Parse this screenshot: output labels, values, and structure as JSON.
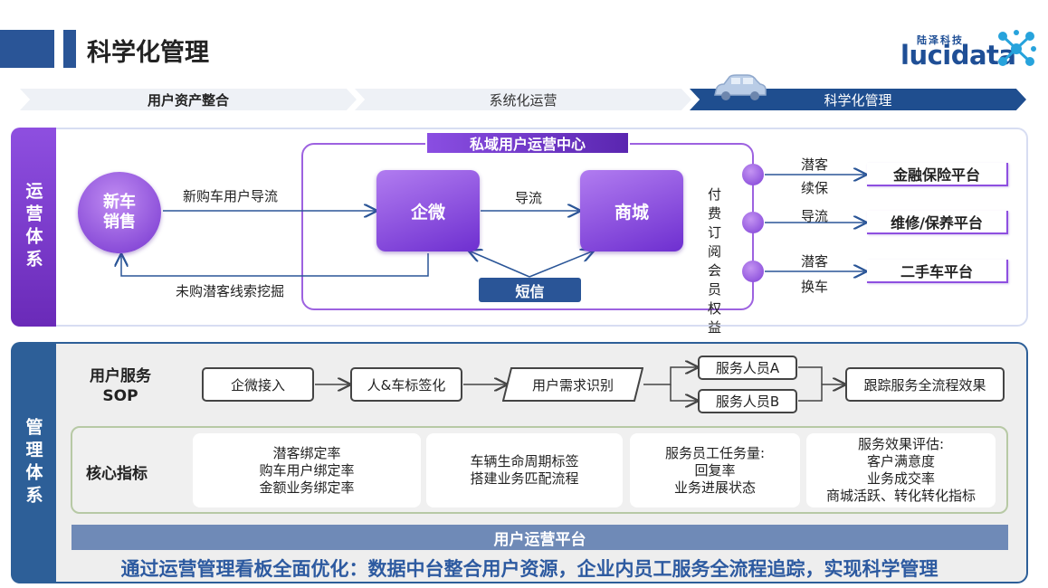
{
  "header": {
    "title": "科学化管理",
    "logo_cn": "陆泽科技",
    "logo_en": "lucidata"
  },
  "stages": [
    "用户资产整合",
    "系统化运营",
    "科学化管理"
  ],
  "ops": {
    "side_label": "运营体系",
    "center_title": "私域用户运营中心",
    "new_car_line1": "新车",
    "new_car_line2": "销售",
    "wecom": "企微",
    "mall": "商城",
    "sms": "短信",
    "arrow_new_buyer": "新购车用户导流",
    "arrow_potential": "未购潜客线索挖掘",
    "arrow_flow": "导流",
    "paid_benefits": "付费订阅会员权益",
    "branches": [
      {
        "top": "潜客",
        "bottom": "续保",
        "platform": "金融保险平台"
      },
      {
        "top": "导流",
        "bottom": "",
        "platform": "维修/保养平台"
      },
      {
        "top": "潜客",
        "bottom": "换车",
        "platform": "二手车平台"
      }
    ]
  },
  "mgmt": {
    "side_label": "管理体系",
    "sop_title": "用户服务SOP",
    "sop_title_line1": "用户服务",
    "sop_title_line2": "SOP",
    "sop_steps": [
      "企微接入",
      "人&车标签化",
      "用户需求识别"
    ],
    "staff_a": "服务人员A",
    "staff_b": "服务人员B",
    "sop_final": "跟踪服务全流程效果",
    "core_title": "核心指标",
    "kpis": [
      [
        "潜客绑定率",
        "购车用户绑定率",
        "金额业务绑定率"
      ],
      [
        "车辆生命周期标签",
        "搭建业务匹配流程"
      ],
      [
        "服务员工任务量:",
        "回复率",
        "业务进展状态"
      ],
      [
        "服务效果评估:",
        "客户满意度",
        "业务成交率",
        "商城活跃、转化转化指标"
      ]
    ],
    "platform": "用户运营平台",
    "slogan": "通过运营管理看板全面优化：数据中台整合用户资源，企业内员工服务全流程追踪，实现科学管理"
  },
  "colors": {
    "navy": "#2a5597",
    "purple": "#8e4fe0",
    "slogan": "#2d5aa0"
  }
}
